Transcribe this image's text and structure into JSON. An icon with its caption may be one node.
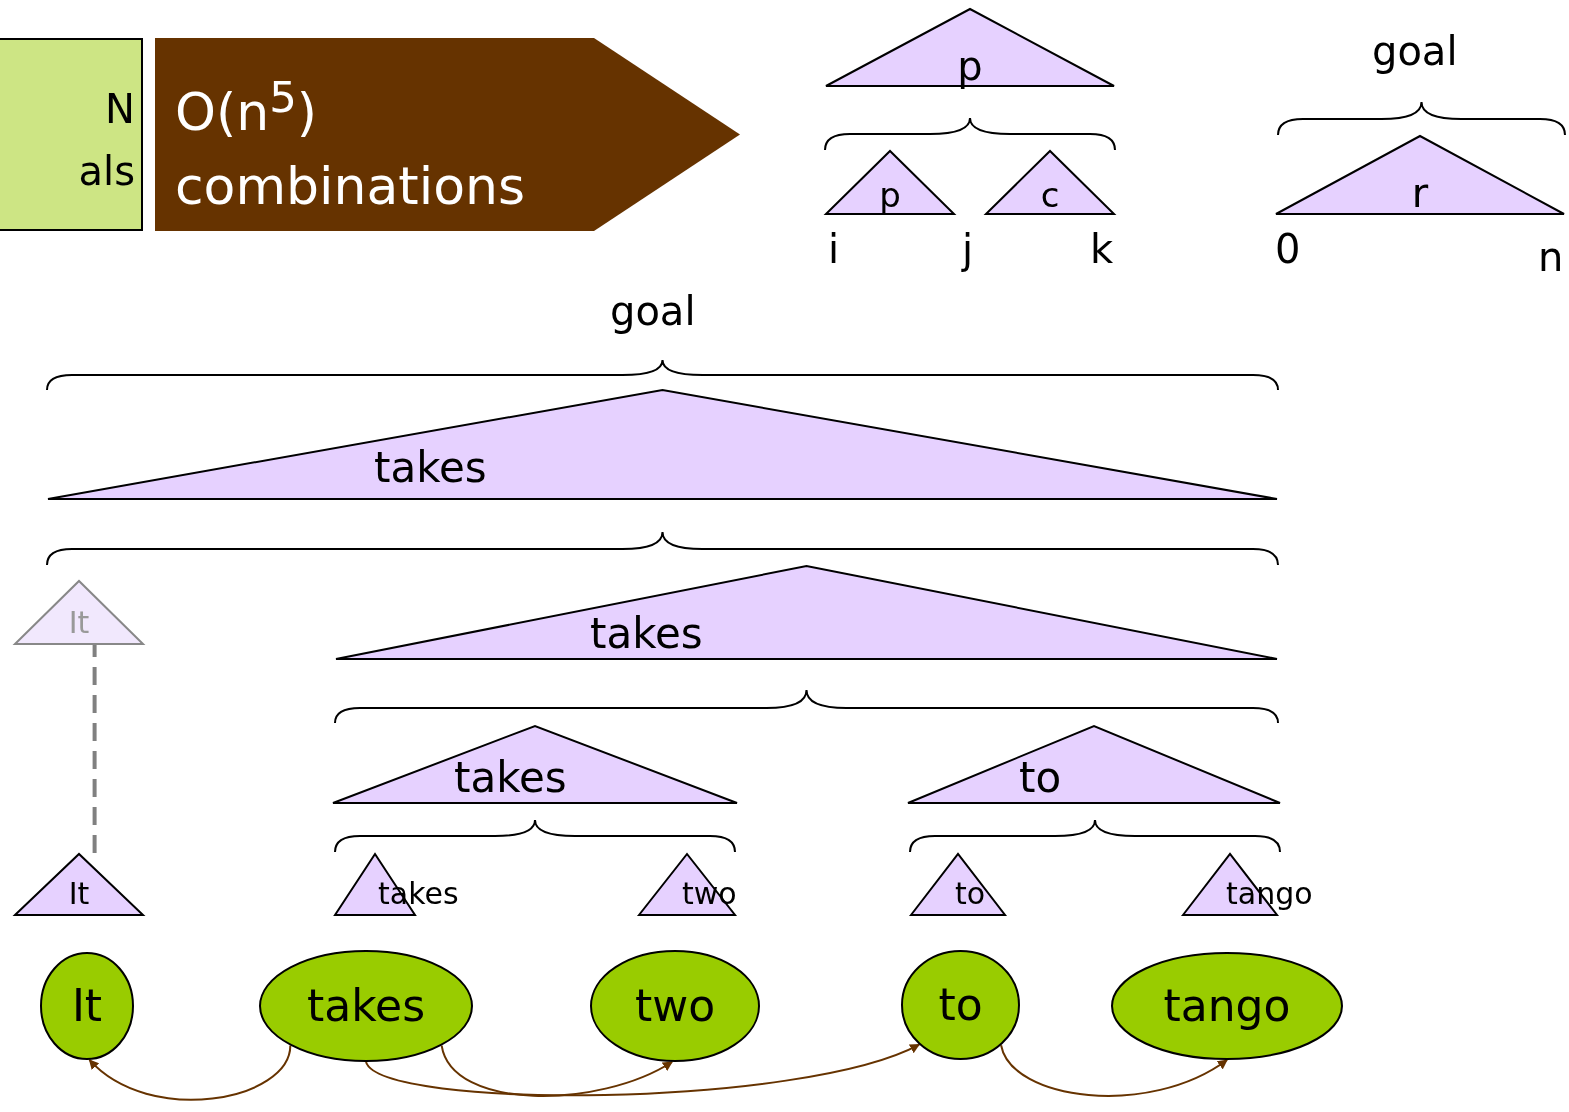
{
  "diagram": {
    "nodes": [
      {
        "text": [
          "N als"
        ]
      },
      {
        "text": [
          "O(n$^{5}$) combinations"
        ]
      },
      {
        "text": [
          "p"
        ]
      },
      {
        "text": [
          "p"
        ]
      },
      {
        "text": [
          "c"
        ]
      },
      {
        "text": [
          "r"
        ]
      },
      {
        "text": [
          "takes"
        ]
      },
      {
        "text": [
          "takes"
        ]
      },
      {
        "text": [
          "takes"
        ]
      },
      {
        "text": [
          "to"
        ]
      },
      {
        "text": [
          "It"
        ]
      },
      {
        "text": [
          "It"
        ]
      },
      {
        "text": [
          "takes"
        ]
      },
      {
        "text": [
          "two"
        ]
      },
      {
        "text": [
          "to"
        ]
      },
      {
        "text": [
          "tango"
        ]
      },
      {
        "text": [
          "It"
        ]
      },
      {
        "text": [
          "takes"
        ]
      },
      {
        "text": [
          "two"
        ]
      },
      {
        "text": [
          "to"
        ]
      },
      {
        "text": [
          "tango"
        ]
      }
    ],
    "edges": [
      {
        "from": 11,
        "to": 10,
        "arrow": "none",
        "style": "dashed",
        "color": "#808080"
      },
      {
        "from": 17,
        "to": 16,
        "arrow": "to"
      },
      {
        "from": 17,
        "to": 18,
        "arrow": "to"
      },
      {
        "from": 17,
        "to": 19,
        "arrow": "to"
      },
      {
        "from": 19,
        "to": 20,
        "arrow": "to"
      }
    ],
    "labels": [
      "goal",
      "i",
      "j",
      "k",
      "0",
      "n",
      "goal"
    ]
  }
}
